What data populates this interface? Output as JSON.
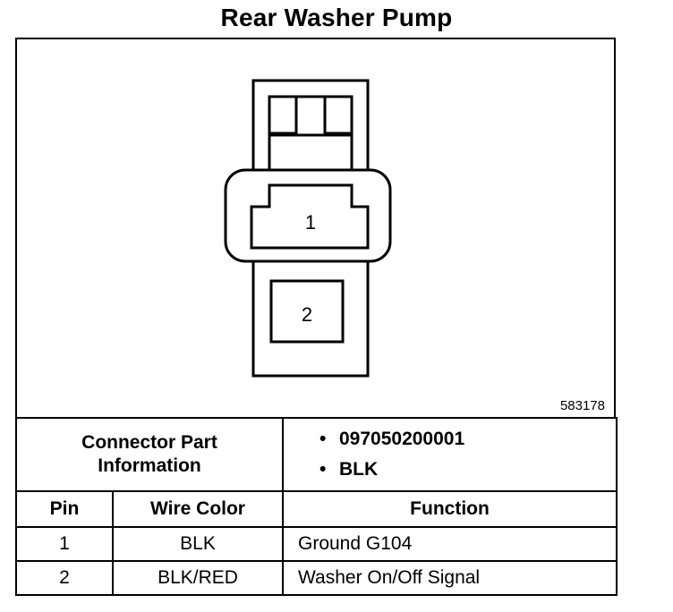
{
  "title": "Rear Washer Pump",
  "figure_id": "583178",
  "connector": {
    "pins": [
      "1",
      "2"
    ]
  },
  "part_info": {
    "label": "Connector Part Information",
    "items": [
      "097050200001",
      "BLK"
    ]
  },
  "table": {
    "headers": [
      "Pin",
      "Wire Color",
      "Function"
    ],
    "rows": [
      [
        "1",
        "BLK",
        "Ground G104"
      ],
      [
        "2",
        "BLK/RED",
        "Washer On/Off Signal"
      ]
    ]
  }
}
